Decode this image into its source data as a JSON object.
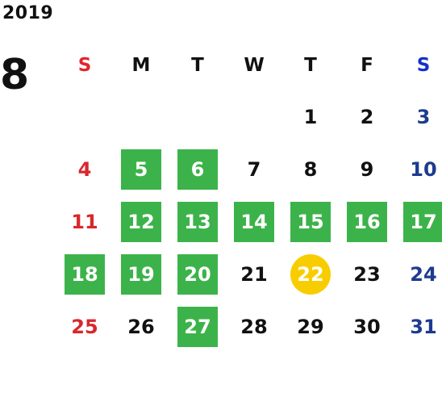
{
  "calendar": {
    "year": "2019",
    "month": "8",
    "weekdays": [
      {
        "label": "S",
        "kind": "sun"
      },
      {
        "label": "M",
        "kind": ""
      },
      {
        "label": "T",
        "kind": ""
      },
      {
        "label": "W",
        "kind": ""
      },
      {
        "label": "T",
        "kind": ""
      },
      {
        "label": "F",
        "kind": ""
      },
      {
        "label": "S",
        "kind": "sat"
      }
    ],
    "weeks": [
      [
        {
          "day": "",
          "status": "empty"
        },
        {
          "day": "",
          "status": "empty"
        },
        {
          "day": "",
          "status": "empty"
        },
        {
          "day": "",
          "status": "empty"
        },
        {
          "day": "1",
          "status": ""
        },
        {
          "day": "2",
          "status": ""
        },
        {
          "day": "3",
          "status": ""
        }
      ],
      [
        {
          "day": "4",
          "status": ""
        },
        {
          "day": "5",
          "status": "marked"
        },
        {
          "day": "6",
          "status": "marked"
        },
        {
          "day": "7",
          "status": ""
        },
        {
          "day": "8",
          "status": ""
        },
        {
          "day": "9",
          "status": ""
        },
        {
          "day": "10",
          "status": ""
        }
      ],
      [
        {
          "day": "11",
          "status": ""
        },
        {
          "day": "12",
          "status": "marked"
        },
        {
          "day": "13",
          "status": "marked"
        },
        {
          "day": "14",
          "status": "marked"
        },
        {
          "day": "15",
          "status": "marked"
        },
        {
          "day": "16",
          "status": "marked"
        },
        {
          "day": "17",
          "status": "marked"
        }
      ],
      [
        {
          "day": "18",
          "status": "marked"
        },
        {
          "day": "19",
          "status": "marked"
        },
        {
          "day": "20",
          "status": "marked"
        },
        {
          "day": "21",
          "status": ""
        },
        {
          "day": "22",
          "status": "today"
        },
        {
          "day": "23",
          "status": ""
        },
        {
          "day": "24",
          "status": ""
        }
      ],
      [
        {
          "day": "25",
          "status": ""
        },
        {
          "day": "26",
          "status": ""
        },
        {
          "day": "27",
          "status": "marked"
        },
        {
          "day": "28",
          "status": ""
        },
        {
          "day": "29",
          "status": ""
        },
        {
          "day": "30",
          "status": ""
        },
        {
          "day": "31",
          "status": ""
        }
      ]
    ],
    "colors": {
      "marked": "#3cb34a",
      "today": "#f8cd00",
      "sunday": "#d9272d",
      "saturday": "#1d3b8f"
    }
  }
}
